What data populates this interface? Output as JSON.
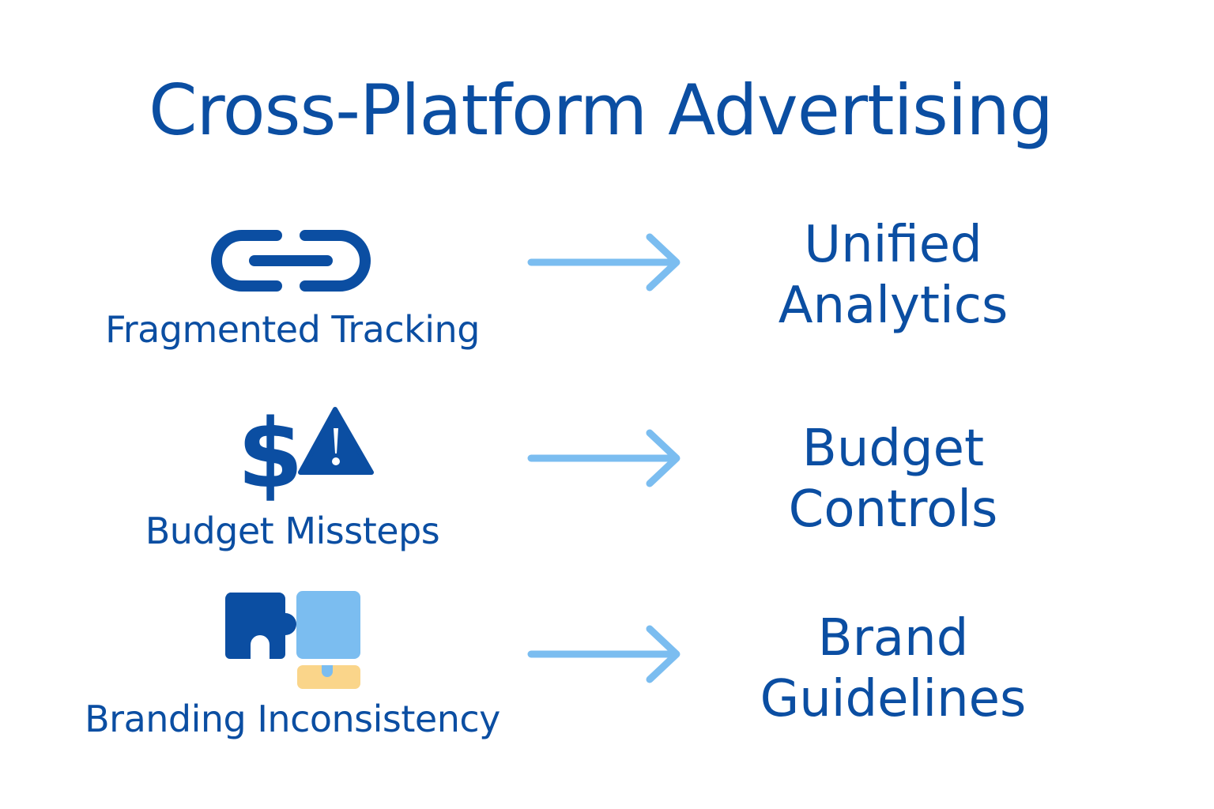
{
  "title": "Cross-Platform Advertising",
  "colors": {
    "primary": "#0B4EA2",
    "accent": "#7BBDF0",
    "highlight": "#FAD58A"
  },
  "rows": [
    {
      "problem": "Fragmented Tracking",
      "icon": "broken-link-icon",
      "solution_line1": "Unified",
      "solution_line2": "Analytics"
    },
    {
      "problem": "Budget Missteps",
      "icon": "dollar-warning-icon",
      "solution_line1": "Budget",
      "solution_line2": "Controls"
    },
    {
      "problem": "Branding Inconsistency",
      "icon": "puzzle-icon",
      "solution_line1": "Brand",
      "solution_line2": "Guidelines"
    }
  ]
}
